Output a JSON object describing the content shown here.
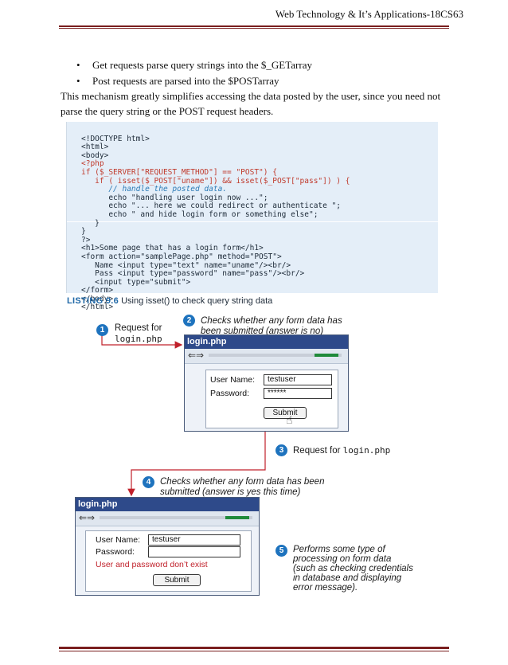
{
  "header": {
    "title": "Web Technology & It’s Applications-18CS63"
  },
  "bullets": [
    "Get requests parse query strings into the $_GETarray",
    "Post requests are parsed into the $POSTarray"
  ],
  "paragraph": "This mechanism greatly simplifies accessing the data posted by the user, since you need not parse the query string or the POST request headers.",
  "code": {
    "lines": [
      "<!DOCTYPE html>",
      "<html>",
      "<body>",
      "<?php",
      "if ($_SERVER[\"REQUEST_METHOD\"] == \"POST\") {",
      "   if ( isset($_POST[\"uname\"]) && isset($_POST[\"pass\"]) ) {",
      "      // handle the posted data.",
      "      echo \"handling user login now ...\";",
      "      echo \"... here we could redirect or authenticate \";",
      "      echo \" and hide login form or something else\";",
      "   }",
      "}",
      "?>",
      "<h1>Some page that has a login form</h1>",
      "<form action=\"samplePage.php\" method=\"POST\">",
      "   Name <input type=\"text\" name=\"uname\"/><br/>",
      "   Pass <input type=\"password\" name=\"pass\"/><br/>",
      "   <input type=\"submit\">",
      "</form>",
      "</body>",
      "</html>"
    ]
  },
  "listing": {
    "label": "LISTING 9.6",
    "caption": "Using isset() to check query string data"
  },
  "diagram": {
    "step1": {
      "num": "1",
      "line1": "Request for",
      "line2": "login.php"
    },
    "step2": {
      "num": "2",
      "line1": "Checks whether any form data has",
      "line2": "been submitted (answer is no)"
    },
    "step3": {
      "num": "3",
      "text": "Request for",
      "mono": "login.php"
    },
    "step4": {
      "num": "4",
      "line1": "Checks whether any form data has been",
      "line2": "submitted (answer is yes this time)"
    },
    "step5": {
      "num": "5",
      "lines": [
        "Performs some type of",
        "processing on form data",
        "(such as checking credentials",
        "in database and displaying",
        "error message)."
      ]
    },
    "window1": {
      "title": "login.php",
      "username_label": "User Name:",
      "username_value": "testuser",
      "password_label": "Password:",
      "password_value": "******",
      "submit_label": "Submit"
    },
    "window2": {
      "title": "login.php",
      "username_label": "User Name:",
      "username_value": "testuser",
      "password_label": "Password:",
      "password_value": "",
      "error": "User and password don’t exist",
      "submit_label": "Submit"
    }
  }
}
